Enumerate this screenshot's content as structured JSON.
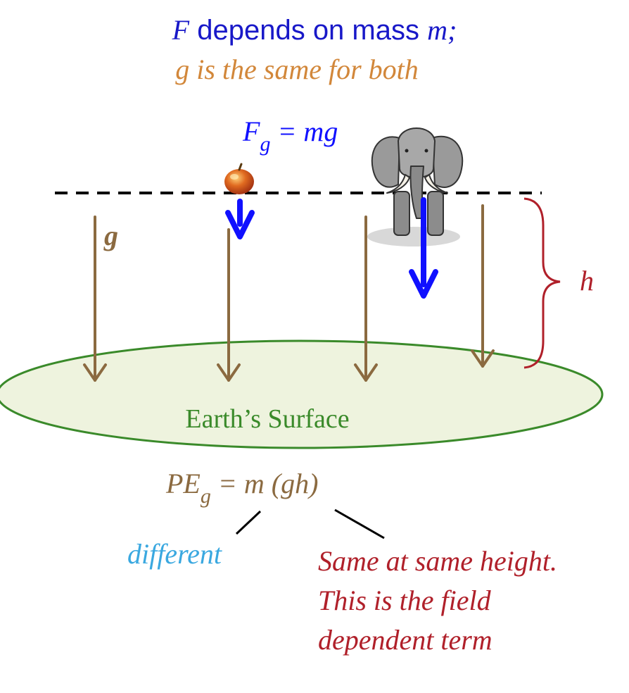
{
  "headline": {
    "f_symbol": "F",
    "f_text": " depends on mass ",
    "m_symbol": "m;",
    "g_line": "g is the same for both"
  },
  "force_eq": {
    "lhs": "F",
    "sub": "g",
    "rhs": " = mg"
  },
  "g_label": "g",
  "h_label": "h",
  "surface_label": "Earth’s Surface",
  "pe_eq": {
    "lhs": "PE",
    "sub": "g",
    "rhs": " = m (gh)"
  },
  "note_different": "different",
  "note_same": [
    "Same at same height.",
    "This is the field",
    "dependent term"
  ],
  "colors": {
    "dark_blue": "#1818c8",
    "blue": "#1010ff",
    "brown": "#8b6a40",
    "orange": "#d2873a",
    "green": "#3a8a2a",
    "ground_fill": "#eef3de",
    "red": "#b0202a",
    "light_blue": "#3aa8e0"
  }
}
